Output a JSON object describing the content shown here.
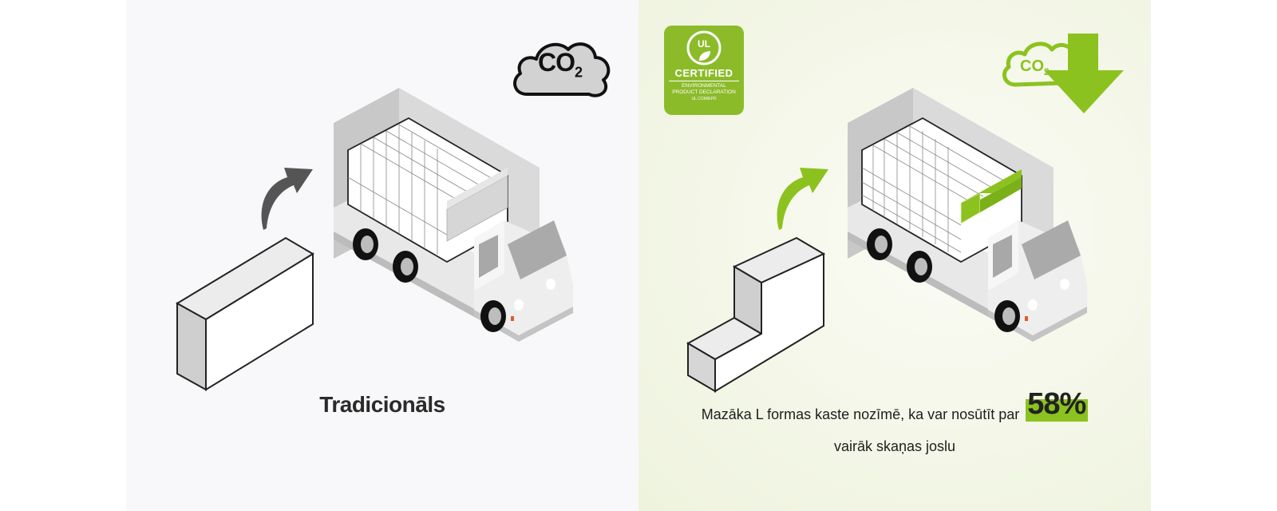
{
  "left_panel": {
    "caption": "Tradicionāls",
    "co2_label": "CO",
    "co2_subscript": "2",
    "background": "#f8f8fa",
    "arrow_color": "#555555"
  },
  "right_panel": {
    "caption_line1": "Mazāka L formas kaste nozīmē, ka var nosūtīt par",
    "highlight_value": "58%",
    "caption_line2": "vairāk skaņas joslu",
    "co2_label": "CO",
    "co2_subscript": "2",
    "accent_color": "#8cc21f",
    "arrow_color": "#8cc21f"
  },
  "ul_badge": {
    "logo": "UL",
    "certified": "CERTIFIED",
    "line1": "ENVIRONMENTAL",
    "line2": "PRODUCT DECLARATION",
    "url": "UL.COM/EPD",
    "color": "#8cbb2a"
  }
}
